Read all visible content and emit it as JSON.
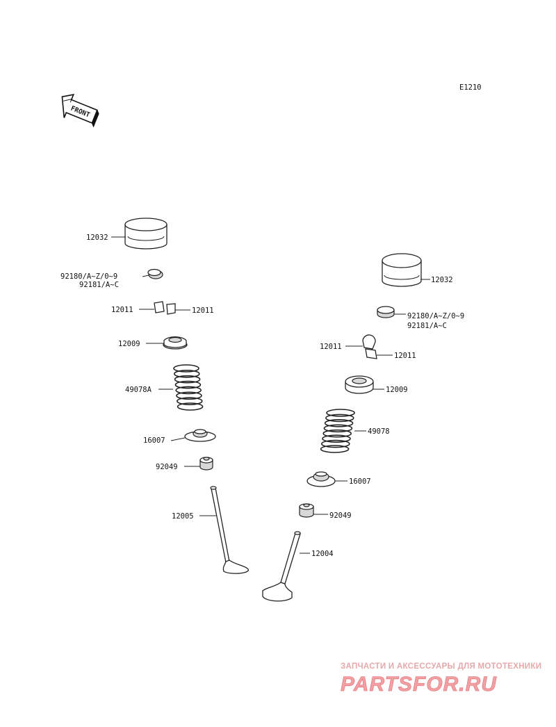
{
  "diagram_code": "E1210",
  "front_badge": "FRONT",
  "left_labels": {
    "tappet": "12032",
    "shim_line1": "92180/A~Z/0~9",
    "shim_line2": "92181/A~C",
    "cotter_a": "12011",
    "cotter_b": "12011",
    "retainer": "12009",
    "spring": "49078A",
    "spring_seat": "16007",
    "oil_seal": "92049",
    "valve": "12005"
  },
  "right_labels": {
    "tappet": "12032",
    "shim_line1": "92180/A~Z/0~9",
    "shim_line2": "92181/A~C",
    "cotter_a": "12011",
    "cotter_b": "12011",
    "retainer": "12009",
    "spring": "49078",
    "spring_seat": "16007",
    "oil_seal": "92049",
    "valve": "12004"
  },
  "watermark": {
    "tagline": "ЗАПЧАСТИ И АКСЕССУАРЫ ДЛЯ МОТОТЕХНИКИ",
    "brand": "PARTSFOR.RU"
  }
}
